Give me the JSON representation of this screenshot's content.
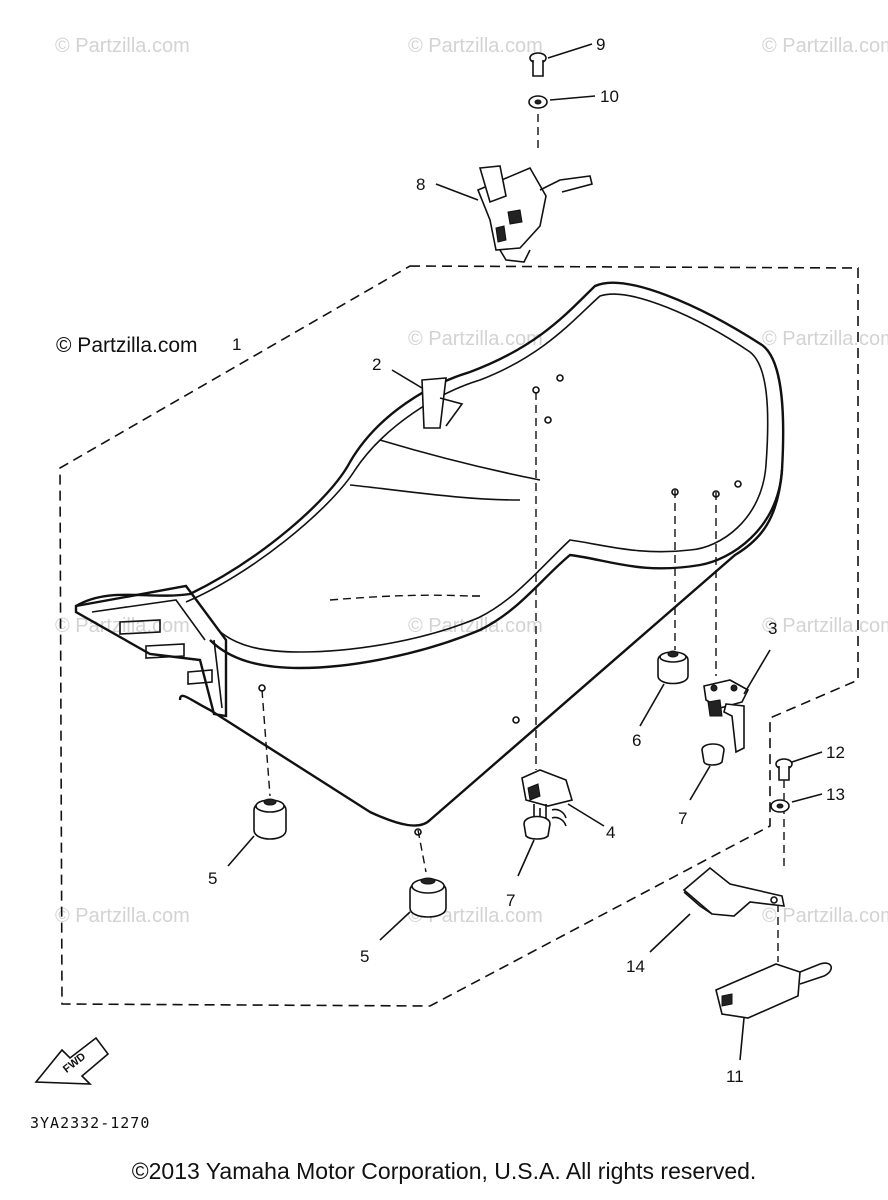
{
  "watermarks": [
    "© Partzilla.com"
  ],
  "owner_label": "© Partzilla.com",
  "callouts": {
    "c1": "1",
    "c2": "2",
    "c3": "3",
    "c4": "4",
    "c5a": "5",
    "c5b": "5",
    "c6": "6",
    "c7a": "7",
    "c7b": "7",
    "c8": "8",
    "c9": "9",
    "c10": "10",
    "c11": "11",
    "c12": "12",
    "c13": "13",
    "c14": "14"
  },
  "fwd_label": "FWD",
  "diagram_code": "3YA2332-1270",
  "copyright": "©2013 Yamaha Motor Corporation, U.S.A. All rights reserved."
}
